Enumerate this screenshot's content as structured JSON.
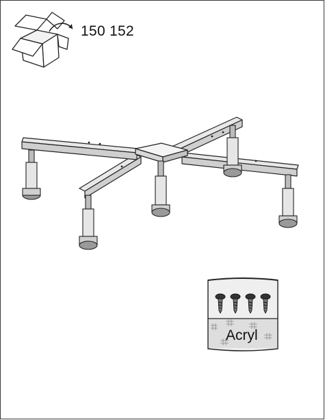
{
  "header": {
    "part_number": "150 152"
  },
  "icons": {
    "box": "open-box-icon",
    "stand": "bathtub-stand-cross-frame-icon",
    "screws": "screw-icon",
    "material_pack": "screw-bag-icon"
  },
  "pack": {
    "label": "Acryl",
    "screw_count": 4
  }
}
